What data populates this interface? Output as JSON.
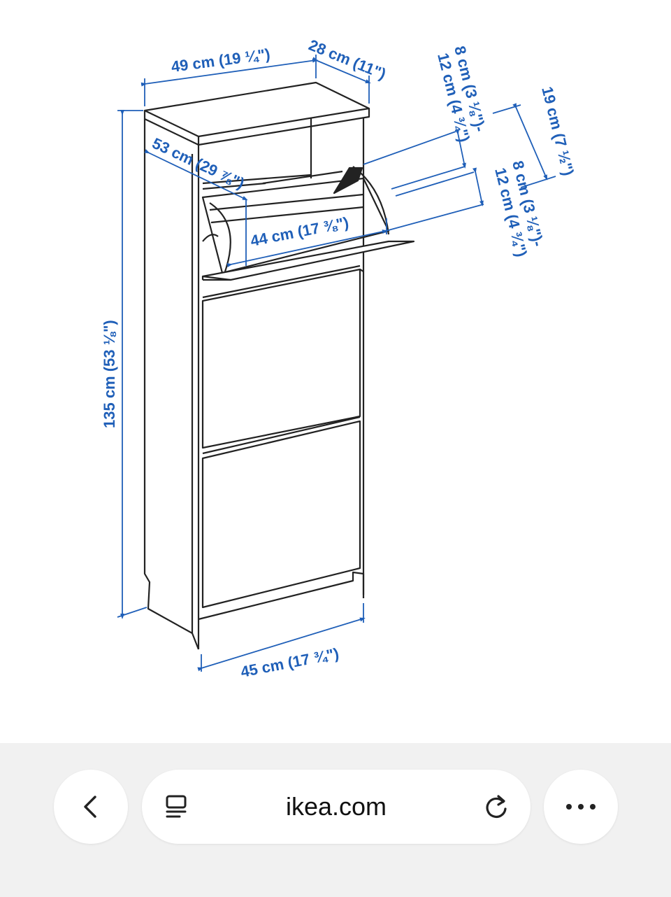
{
  "diagram": {
    "labels": {
      "width_top": "49 cm (19 ¼\")",
      "depth_top": "28 cm (11\")",
      "door_opening_diag": "53 cm (29 ⅞\")",
      "inner_width": "44 cm (17 ⅜\")",
      "compartment_a": "8 cm (3 ⅛\")-",
      "compartment_a2": "12 cm (4 ¾\")",
      "shelf_height": "19 cm (7 ½\")",
      "compartment_b": "8 cm (3 ⅛\")-",
      "compartment_b2": "12 cm (4 ¾\")",
      "height": "135 cm (53 ⅛\")",
      "base_width": "45 cm (17 ¾\")"
    }
  },
  "browser": {
    "url": "ikea.com",
    "icons": {
      "back": "chevron-left-icon",
      "tabs": "reader-mode-icon",
      "reload": "reload-icon",
      "more": "more-icon"
    }
  },
  "colors": {
    "dimension_blue": "#1f5fb8",
    "line_dark": "#222222",
    "bar_bg": "#f1f1f1"
  }
}
